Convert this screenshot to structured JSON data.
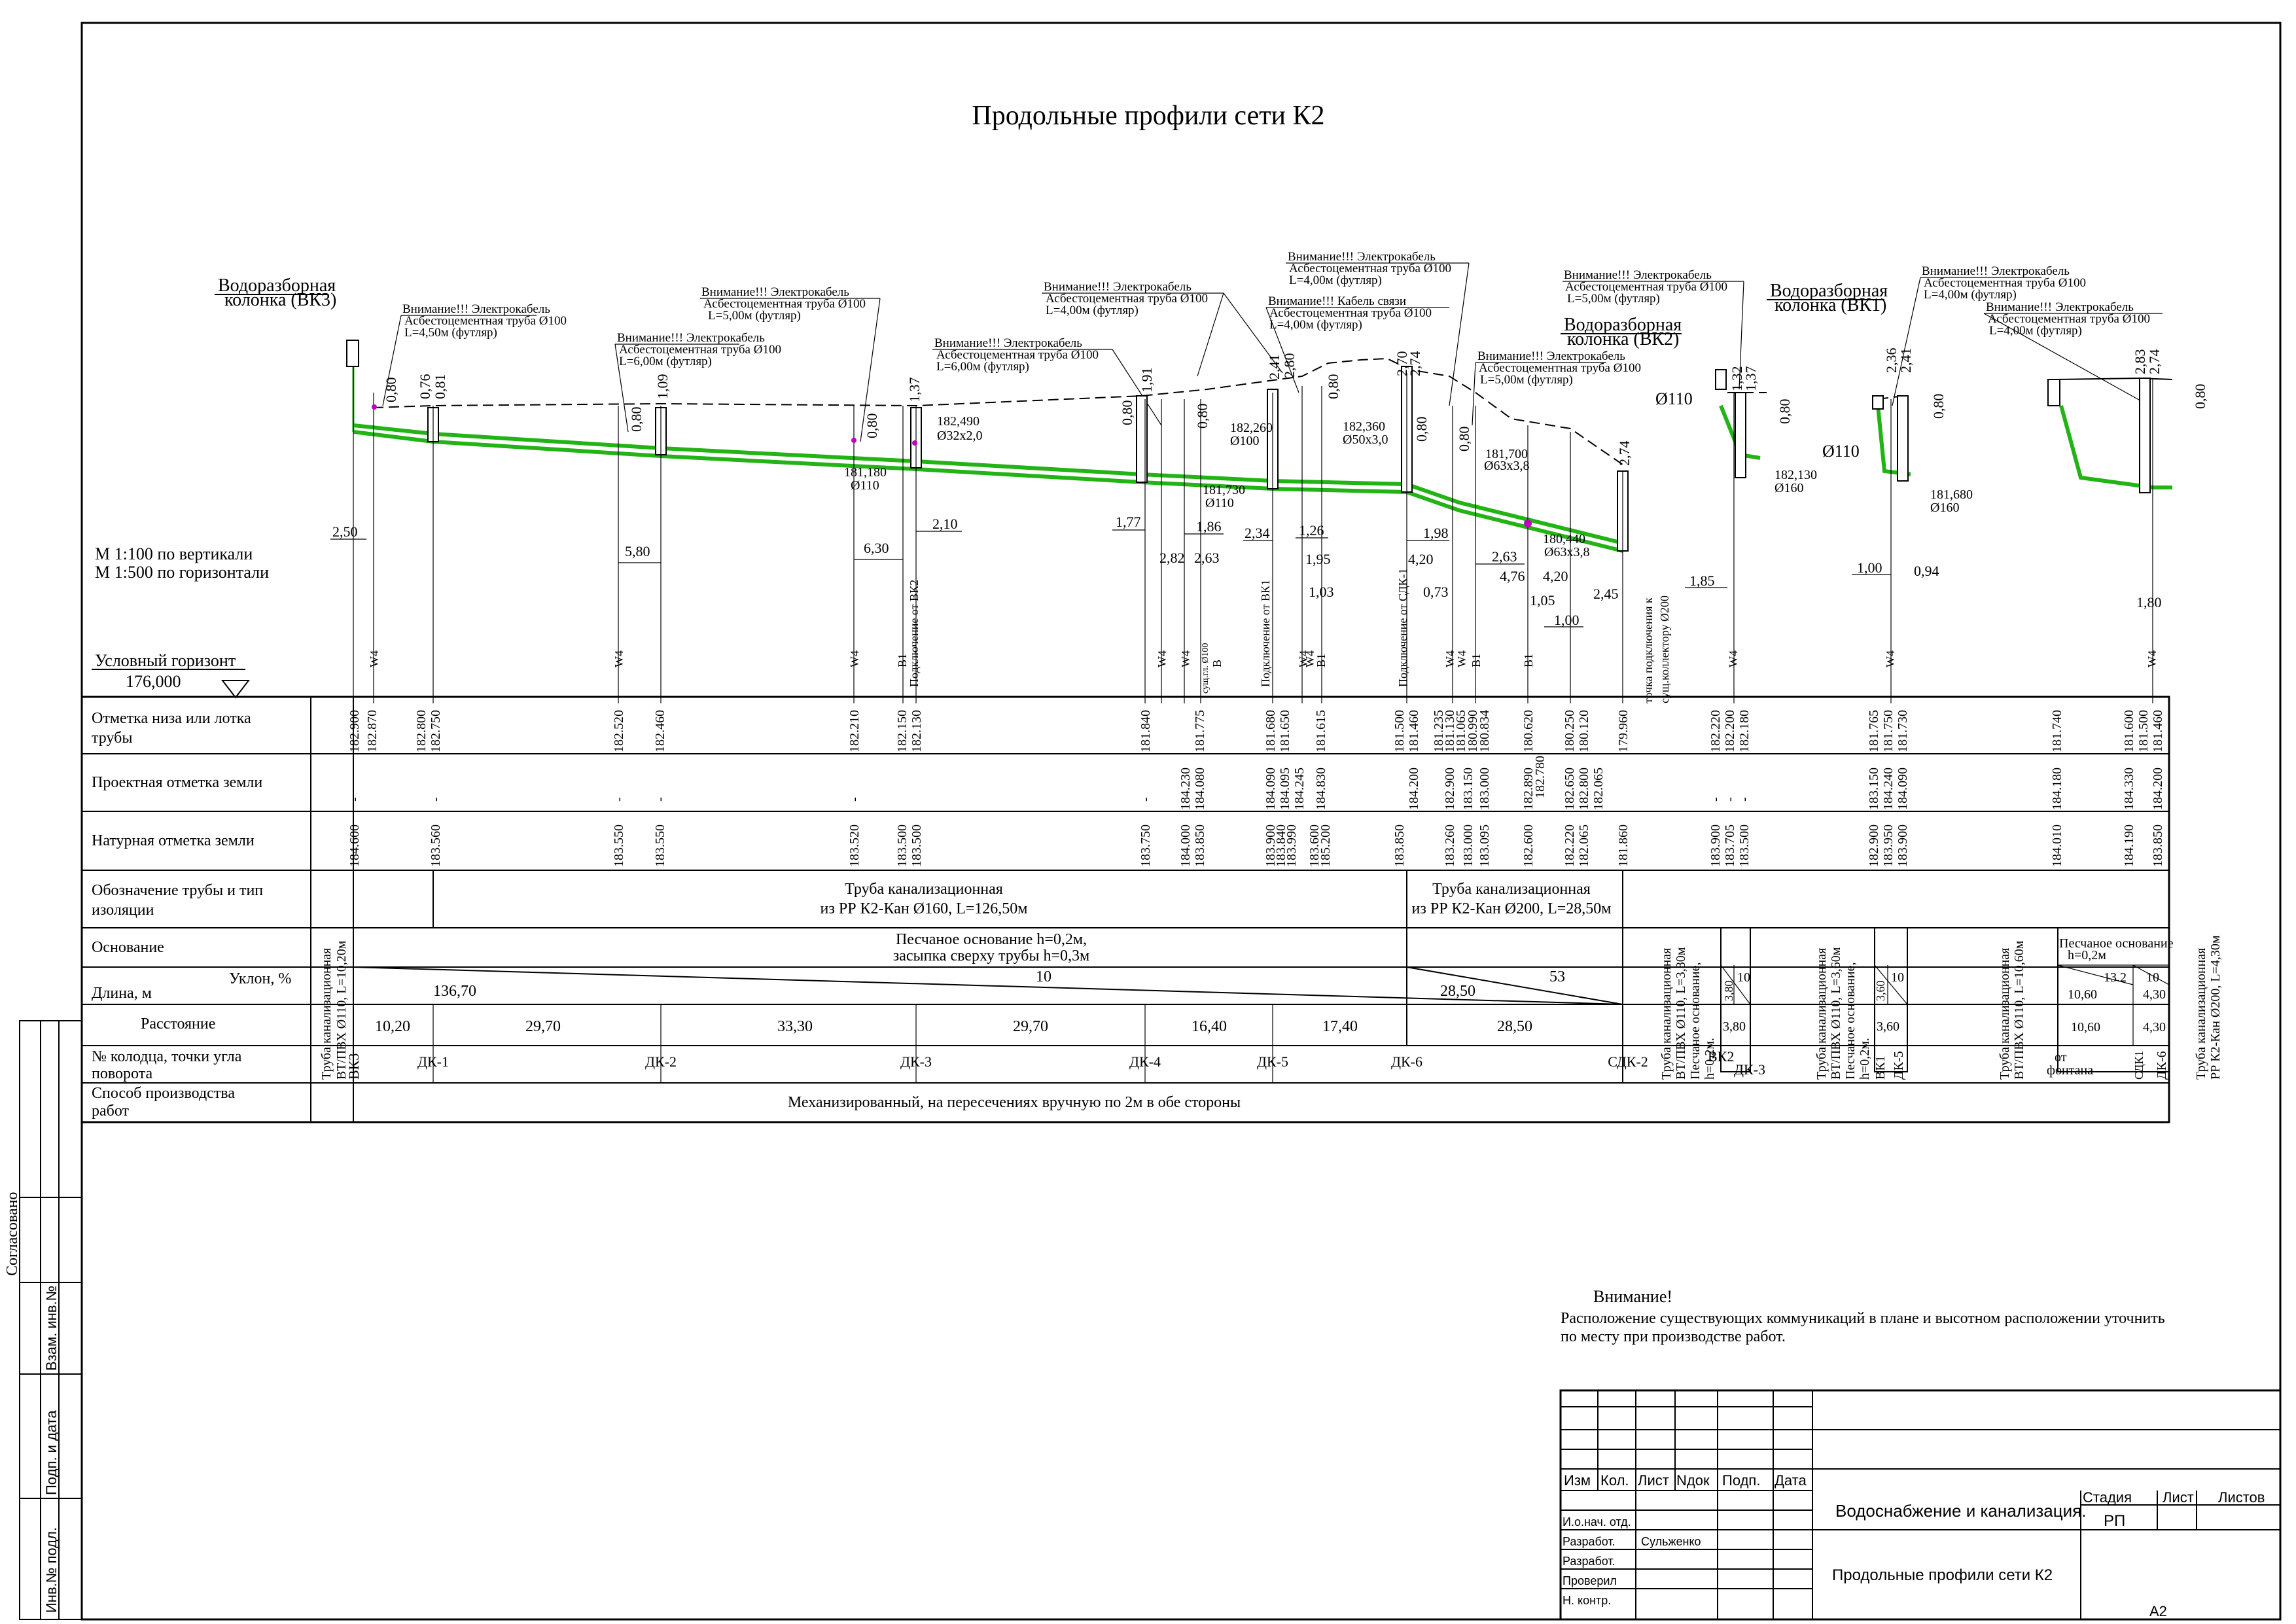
{
  "title": "Продольные профили сети К2",
  "scale": {
    "vertical": "М 1:100 по вертикали",
    "horizontal": "М 1:500 по горизонтали"
  },
  "horizon": {
    "label": "Условный горизонт",
    "value": "176,000"
  },
  "hydrants": [
    {
      "line1": "Водоразборная",
      "line2": "колонка (ВК3)"
    },
    {
      "line1": "Водоразборная",
      "line2": "колонка (ВК2)"
    },
    {
      "line1": "Водоразборная",
      "line2": "колонка (ВК1)"
    }
  ],
  "notes": [
    {
      "l1": "Внимание!!! Электрокабель",
      "l2": "Асбестоцементная труба Ø100",
      "l3": "L=4,50м   (футляр)"
    },
    {
      "l1": "Внимание!!! Электрокабель",
      "l2": "Асбестоцементная труба Ø100",
      "l3": "L=6,00м   (футляр)"
    },
    {
      "l1": "Внимание!!! Электрокабель",
      "l2": "Асбестоцементная труба Ø100",
      "l3": "L=5,00м   (футляр)"
    },
    {
      "l1": "Внимание!!! Электрокабель",
      "l2": "Асбестоцементная труба Ø100",
      "l3": "L=6,00м   (футляр)"
    },
    {
      "l1": "Внимание!!! Электрокабель",
      "l2": "Асбестоцементная труба Ø100",
      "l3": "L=4,00м   (футляр)"
    },
    {
      "l1": "Внимание!!! Электрокабель",
      "l2": "Асбестоцементная труба Ø100",
      "l3": "L=4,00м   (футляр)"
    },
    {
      "l1": "Внимание!!! Кабель связи",
      "l2": "Асбестоцементная труба Ø100",
      "l3": "L=4,00м   (футляр)"
    },
    {
      "l1": "Внимание!!! Электрокабель",
      "l2": "Асбестоцементная труба Ø100",
      "l3": "L=5,00м   (футляр)"
    },
    {
      "l1": "Внимание!!! Электрокабель",
      "l2": "Асбестоцементная труба Ø100",
      "l3": "L=5,00м   (футляр)"
    },
    {
      "l1": "Внимание!!! Электрокабель",
      "l2": "Асбестоцементная труба Ø100",
      "l3": "L=4,00м   (футляр)"
    },
    {
      "l1": "Внимание!!! Электрокабель",
      "l2": "Асбестоцементная труба Ø100",
      "l3": "L=4,00м   (футляр)"
    }
  ],
  "depths": [
    "0,80",
    "0,76",
    "0,81",
    "0,80",
    "1,09",
    "0,80",
    "1,37",
    "0,80",
    "1,91",
    "0,80",
    "2,41",
    "2,80",
    "0,80",
    "2,70",
    "2,74",
    "0,80",
    "0,80",
    "2,74",
    "1,32",
    "1,37",
    "0,80",
    "2,36",
    "2,41",
    "0,80",
    "2,83",
    "2,74",
    "0,80"
  ],
  "crossings": [
    {
      "v": "182,490",
      "d": "Ø32х2,0"
    },
    {
      "v": "181,180",
      "d": "Ø110"
    },
    {
      "v": "182,260",
      "d": "Ø100"
    },
    {
      "v": "181,730",
      "d": "Ø110"
    },
    {
      "v": "182,360",
      "d": "Ø50х3,0"
    },
    {
      "v": "181,700",
      "d": "Ø63х3,8"
    },
    {
      "v": "180,440",
      "d": "Ø63х3,8"
    },
    {
      "v": "182,130",
      "d": "Ø160"
    },
    {
      "v": "181,680",
      "d": "Ø160"
    }
  ],
  "pipe_labels": [
    "Ø110",
    "Ø110"
  ],
  "offsets": [
    "2,50",
    "5,80",
    "6,30",
    "2,10",
    "1,77",
    "2,82",
    "2,63",
    "1,86",
    "2,34",
    "1,26",
    "1,95",
    "1,03",
    "1,98",
    "4,20",
    "0,73",
    "2,63",
    "4,76",
    "4,20",
    "1,05",
    "1,00",
    "2,45",
    "1,85",
    "1,00",
    "0,94",
    "1,80"
  ],
  "utility_labels": [
    "W4",
    "W4",
    "W4",
    "B1",
    "Подключение от ВК2",
    "W4",
    "W4",
    "сущ.гл. Ø100",
    "B",
    "Подключение от ВК1",
    "W4",
    "W4",
    "B1",
    "Подключение от СДК-1",
    "W4",
    "W4",
    "B1",
    "B1",
    "W4",
    "W4",
    "W4"
  ],
  "connection_note": {
    "l1": "точка подключения к",
    "l2": "сущ.коллектору Ø200"
  },
  "table": {
    "rows": [
      {
        "l1": "Отметка низа или лотка",
        "l2": "трубы"
      },
      {
        "l1": "Проектная отметка земли",
        "l2": ""
      },
      {
        "l1": "Натурная отметка земли",
        "l2": ""
      },
      {
        "l1": "Обозначение трубы и тип",
        "l2": "изоляции"
      },
      {
        "l1": "Основание",
        "l2": ""
      },
      {
        "l1": "Уклон, %",
        "l2": "Длина, м"
      },
      {
        "l1": "Расстояние",
        "l2": ""
      },
      {
        "l1": "№ колодца, точки угла",
        "l2": "поворота"
      },
      {
        "l1": "Способ производства",
        "l2": "работ"
      }
    ],
    "bottom_elev": [
      "182.900",
      "182.870",
      "182.800",
      "182.750",
      "182.520",
      "182.460",
      "182.210",
      "182.150",
      "182.130",
      "181.840",
      "181.775",
      "181.680",
      "181.650",
      "181.615",
      "181.500",
      "181.460",
      "181.235",
      "181.130",
      "181.065",
      "180.990",
      "180.834",
      "180.620",
      "180.250",
      "180.120",
      "179.960",
      "182.220",
      "182.200",
      "182.180",
      "181.765",
      "181.750",
      "181.730",
      "181.740",
      "181.600",
      "181.500",
      "181.460"
    ],
    "design_ground": [
      "-",
      "-",
      "-",
      "-",
      "-",
      "-",
      "184.230",
      "184.080",
      "184.090",
      "184.095",
      "184.245",
      "184.830",
      "184.200",
      "182.900",
      "183.150",
      "183.000",
      "182.890",
      "182.780",
      "182.650",
      "182.800",
      "182.065",
      "-",
      "-",
      "-",
      "183.150",
      "184.240",
      "184.090",
      "184.180",
      "184.330",
      "184.200"
    ],
    "natural_ground": [
      "184.600",
      "183.560",
      "183.550",
      "183.550",
      "183.520",
      "183.500",
      "183.500",
      "183.750",
      "184.000",
      "183.850",
      "183.900",
      "183.840",
      "183.990",
      "183.600",
      "185.200",
      "183.850",
      "183.260",
      "183.000",
      "183.095",
      "182.600",
      "182.220",
      "182.065",
      "181.860",
      "183.900",
      "183.705",
      "183.500",
      "182.900",
      "183.950",
      "183.900",
      "184.010",
      "184.190",
      "183.850"
    ],
    "pipe_desc": [
      {
        "l1": "Труба канализационная",
        "l2": "из РР К2-Кан   Ø160, L=126,50м"
      },
      {
        "l1": "Труба канализационная",
        "l2": "из РР К2-Кан   Ø200, L=28,50м"
      }
    ],
    "base": {
      "l1": "Песчаное основание  h=0,2м,",
      "l2": "засыпка сверху трубы h=0,3м"
    },
    "slopes": [
      "10",
      "53"
    ],
    "lengths": [
      "136,70",
      "28,50"
    ],
    "distances": [
      "10,20",
      "29,70",
      "33,30",
      "29,70",
      "16,40",
      "17,40",
      "28,50"
    ],
    "wells": [
      "ВК3",
      "ДК-1",
      "ДК-2",
      "ДК-3",
      "ДК-4",
      "ДК-5",
      "ДК-6",
      "СДК-2"
    ],
    "method": "Механизированный, на пересечениях вручную по 2м в обе стороны",
    "vertical_left": {
      "l1": "Труба канализационная",
      "l2": "ВТ/ПВХ   Ø110, L=10,20м"
    }
  },
  "branch_vk2": {
    "v1": "Труба канализационная",
    "v2": "ВТ/ПВХ   Ø110, L=3,80м",
    "v3": "Песчаное основание,",
    "v4": "h=0,2м.",
    "slope": "10",
    "len": "3,80",
    "dist": "3,80",
    "w1": "ВК2",
    "w2": "ДК-3"
  },
  "branch_vk1": {
    "v1": "Труба канализационная",
    "v2": "ВТ/ПВХ   Ø110, L=3,60м",
    "v3": "Песчаное основание,",
    "v4": "h=0,2м.",
    "slope": "10",
    "len": "3,60",
    "dist": "3,60",
    "w1": "ВК1",
    "w2": "ДК-5"
  },
  "branch_fountain": {
    "v1": "Труба канализационная",
    "v2": "ВТ/ПВХ   Ø110, L=10,60м",
    "base1": "Песчаное основание",
    "base2": "h=0,2м",
    "slope1": "13.2",
    "slope2": "10",
    "len1": "10,60",
    "len2": "4,30",
    "dist1": "10,60",
    "dist2": "4,30",
    "w1": "от",
    "w2": "фонтана",
    "w3": "СДК1",
    "w4": "ДК-6",
    "r1": "Труба канализационная",
    "r2": "РР К2-Кан   Ø200, L=4,30м"
  },
  "warning": {
    "title": "Внимание!",
    "l1": "Расположение существующих коммуникаций в плане и высотном расположении  уточнить",
    "l2": "по месту при производстве работ."
  },
  "stamp": {
    "cols": [
      "Изм",
      "Кол.",
      "Лист",
      "Nдок",
      "Подп.",
      "Дата"
    ],
    "roles": [
      "И.о.нач. отд.",
      "Разработ.",
      "Разработ.",
      "Проверил",
      "Н. контр."
    ],
    "names": [
      "",
      "Сульженко",
      "",
      "",
      ""
    ],
    "project": "Водоснабжение и канализация.",
    "sheet_title": "Продольные профили сети К2",
    "stage_h": "Стадия",
    "sheet_h": "Лист",
    "sheets_h": "Листов",
    "stage": "РП",
    "format": "A2"
  },
  "side": [
    "Согласовано",
    "Взам. инв.№",
    "Подп. и дата",
    "Инв.№ подл."
  ],
  "colors": {
    "pipe": "#22b314",
    "crossing": "#c000c0",
    "line": "#000000"
  }
}
